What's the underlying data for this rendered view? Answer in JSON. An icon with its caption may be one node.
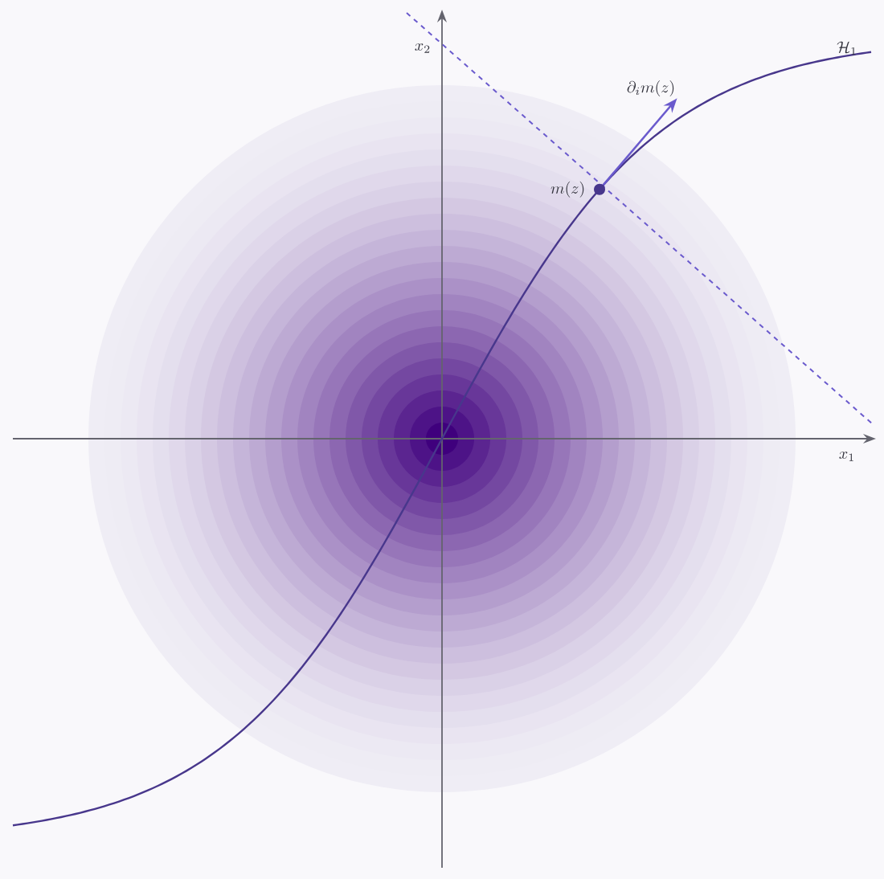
{
  "diagram": {
    "nodes": [
      {
        "text": [],
        "shape": "circle",
        "beside": [
          "m(z)"
        ]
      },
      {
        "text": [
          "\\partial_i m(z)"
        ]
      }
    ],
    "edges": [
      {
        "from": 0,
        "to": 1,
        "arrow": "to"
      }
    ],
    "labels": [
      "x_2",
      "\\mathcal{H}_1",
      "x_1"
    ]
  }
}
